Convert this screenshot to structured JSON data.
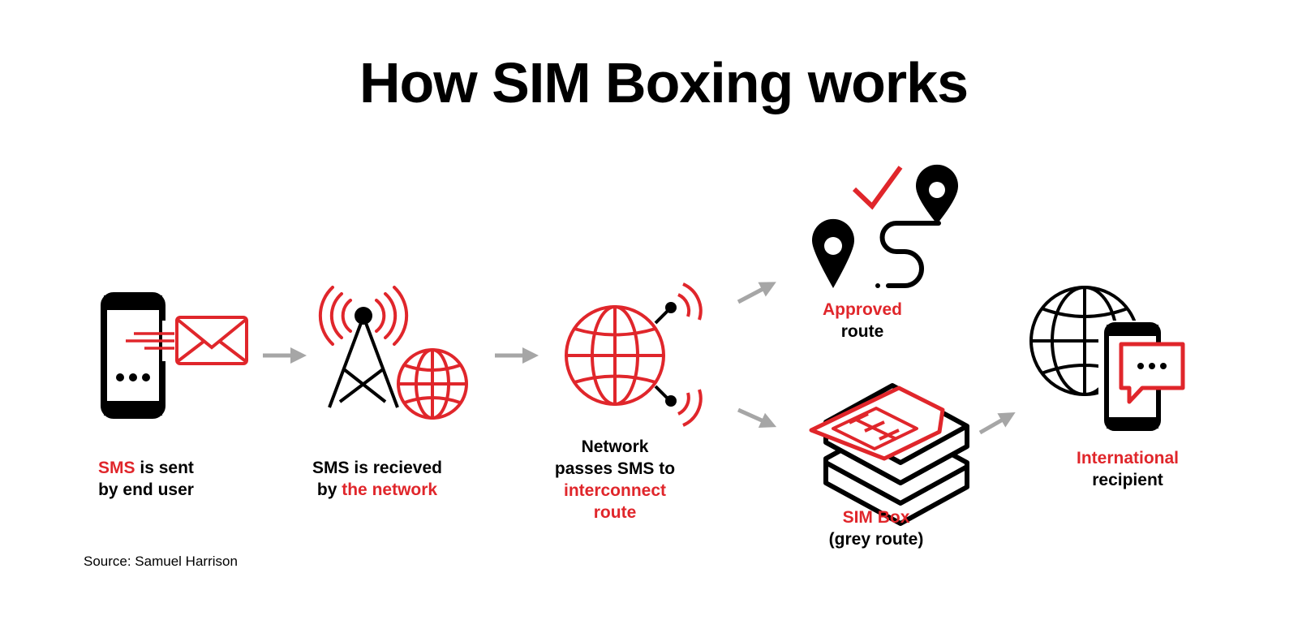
{
  "title": "How SIM Boxing works",
  "steps": [
    {
      "highlight": "SMS",
      "line1_rest": " is sent",
      "line2": "by end user"
    },
    {
      "line1": "SMS is recieved",
      "line2_prefix": "by ",
      "highlight": "the network"
    },
    {
      "line1": "Network",
      "line2": "passes SMS to",
      "highlight1": "interconnect",
      "highlight2": "route"
    },
    {
      "highlight": "Approved",
      "line2": "route"
    },
    {
      "highlight": "SIM Box",
      "line2": "(grey route)"
    },
    {
      "highlight": "International",
      "line2": "recipient"
    }
  ],
  "source": "Source: Samuel Harrison",
  "colors": {
    "accent": "#e0262b",
    "arrow": "#a6a6a6",
    "ink": "#000000"
  }
}
